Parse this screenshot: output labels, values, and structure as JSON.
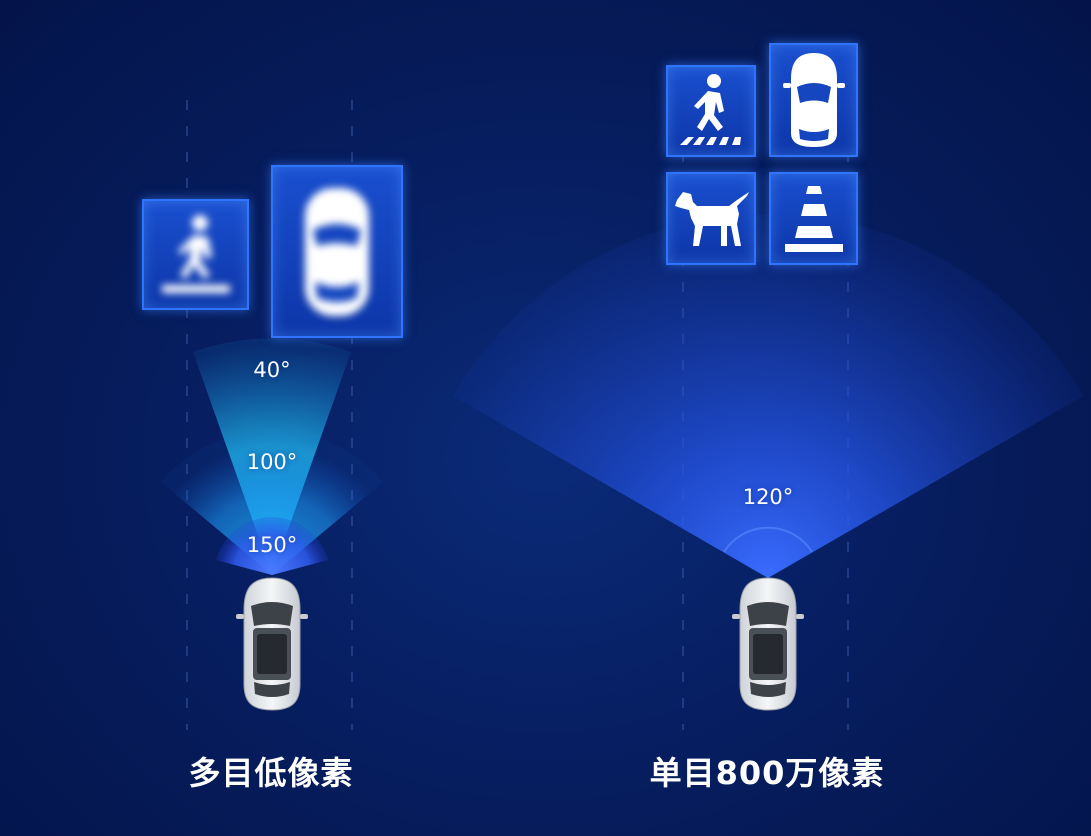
{
  "left_panel": {
    "caption": "多目低像素",
    "fov_labels": [
      "40°",
      "100°",
      "150°"
    ],
    "icons": [
      "pedestrian-icon",
      "car-top-icon"
    ],
    "icon_style": "blurred"
  },
  "right_panel": {
    "caption": "单目800万像素",
    "fov_labels": [
      "120°"
    ],
    "icons": [
      "pedestrian-crossing-icon",
      "car-top-icon",
      "dog-icon",
      "traffic-cone-icon"
    ],
    "icon_style": "sharp"
  },
  "colors": {
    "background": "#061a55",
    "tile_border": "#2f74ff",
    "tile_fill": "#1546c0",
    "beam_cyan": "#27d6ff",
    "beam_blue": "#2c6bff",
    "text": "#ffffff"
  }
}
